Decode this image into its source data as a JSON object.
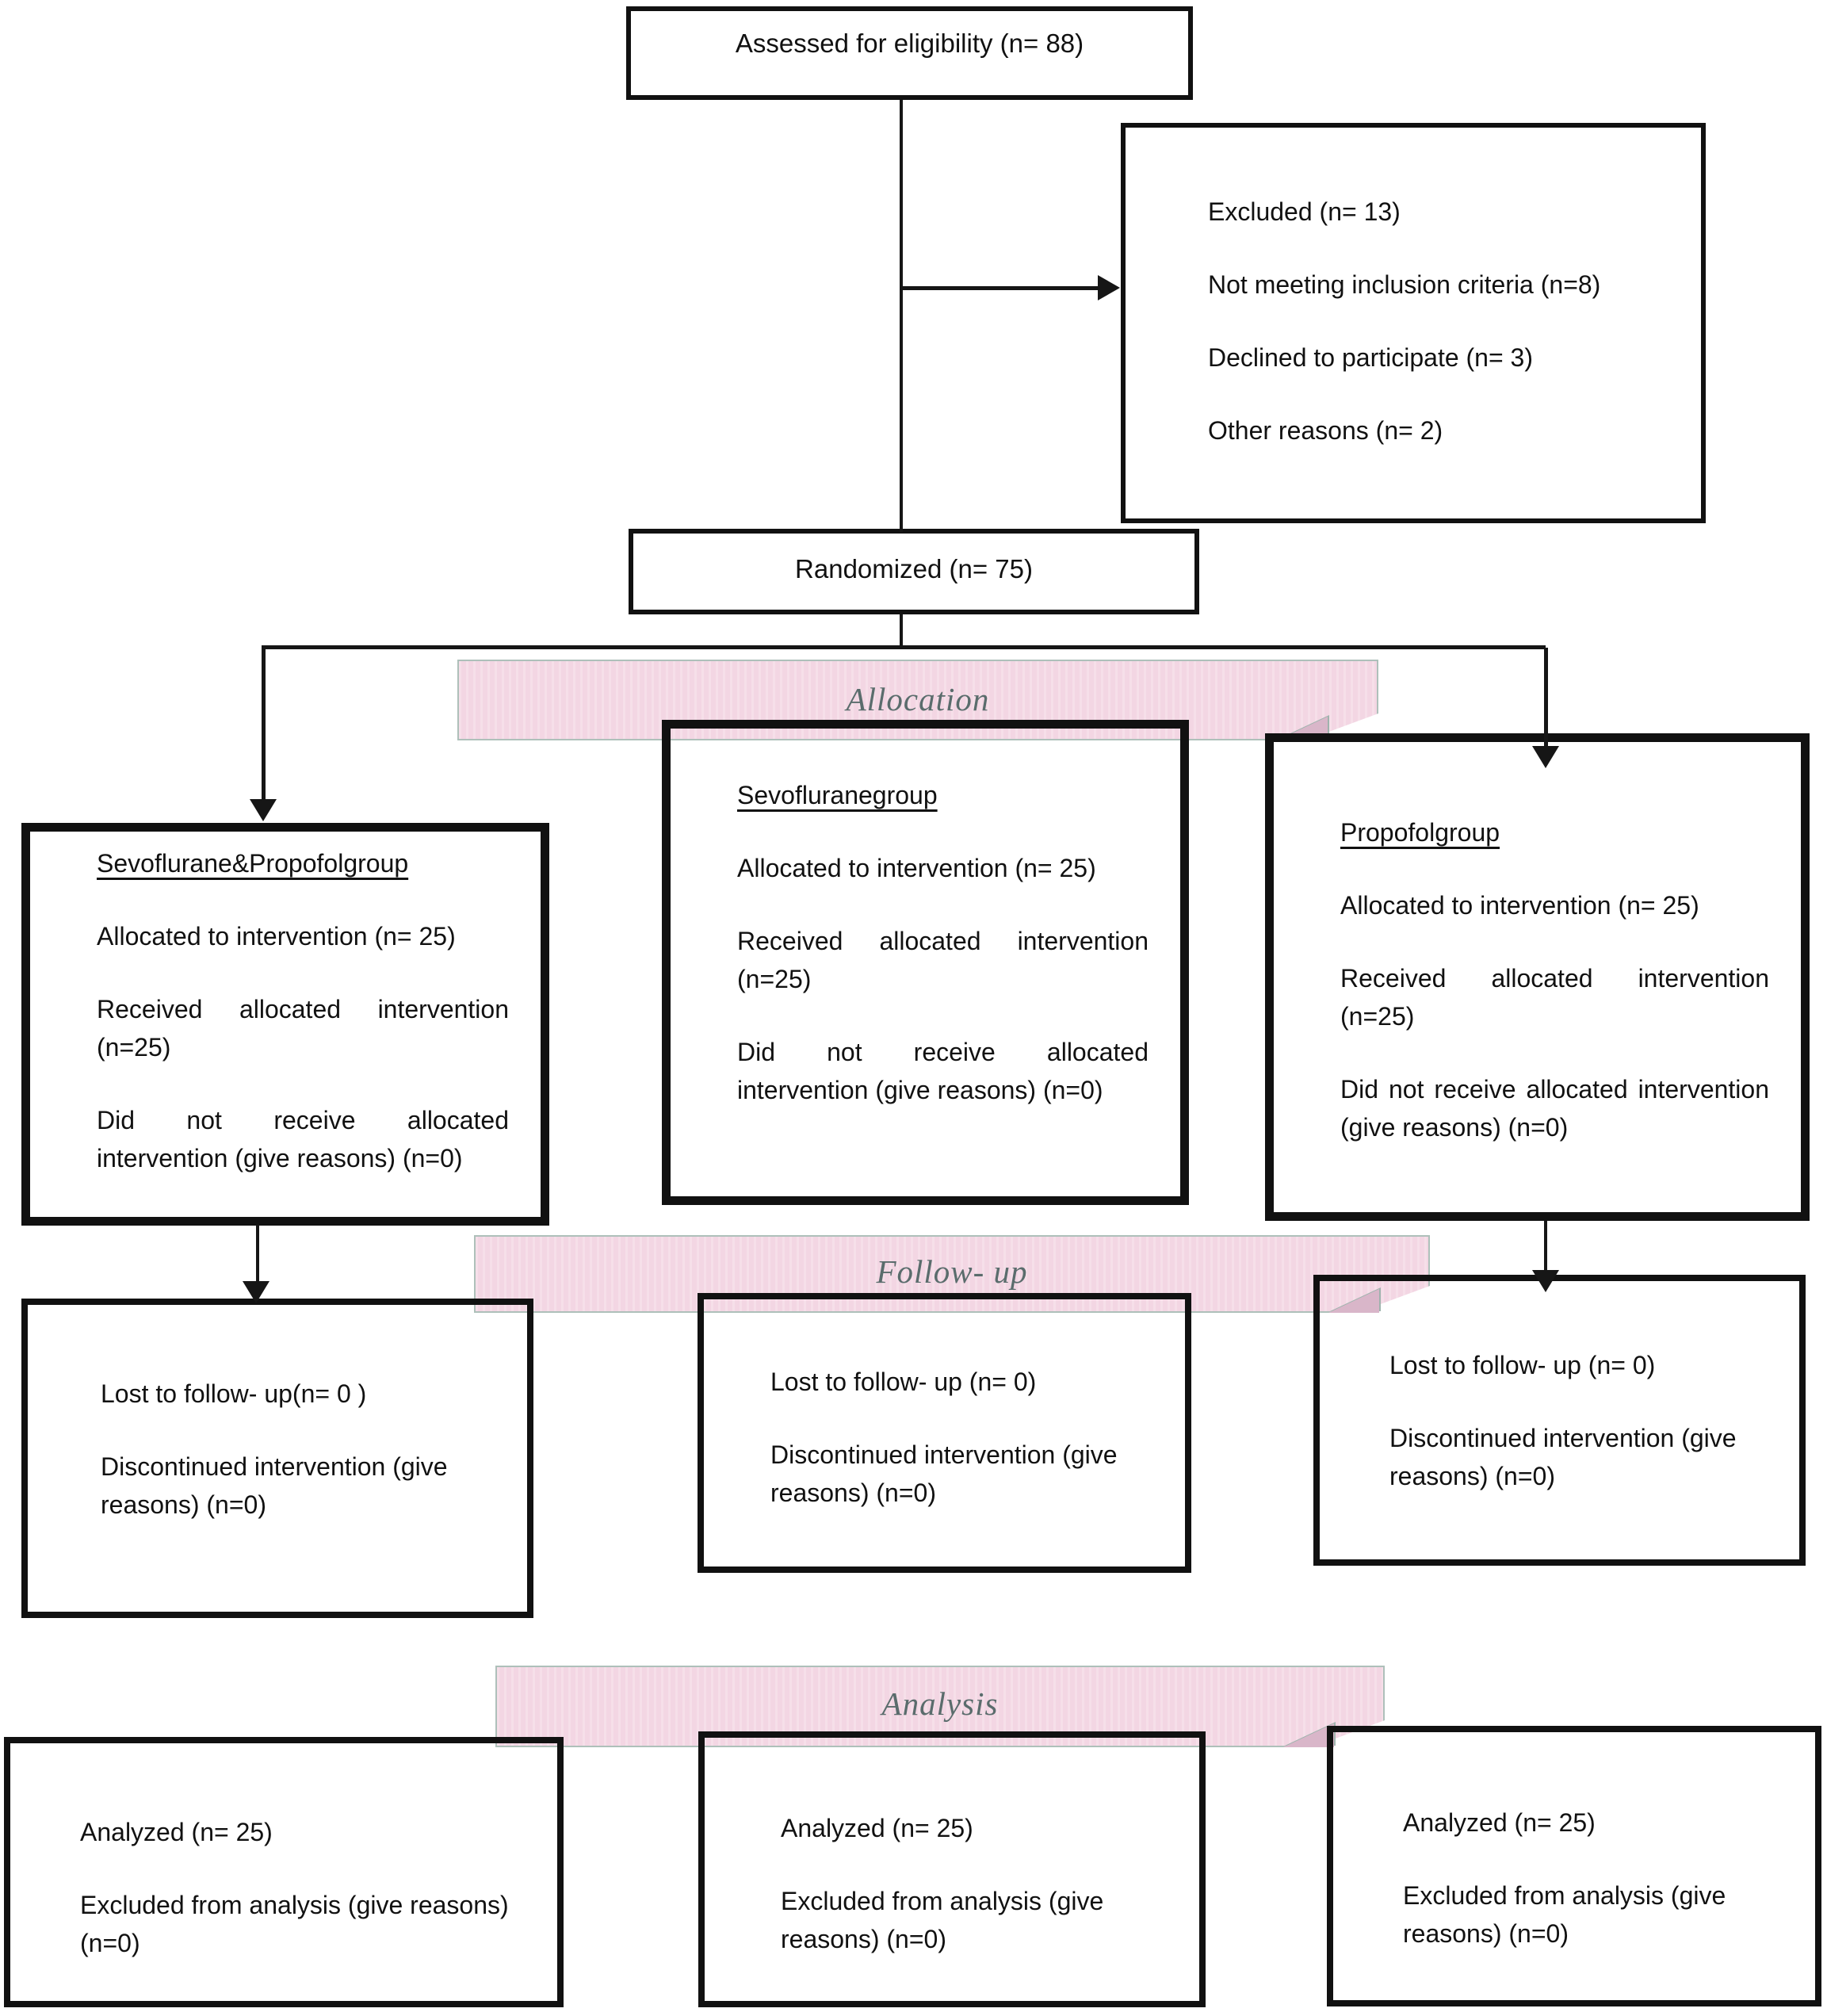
{
  "title": "CONSORT participant flow diagram",
  "assessed": {
    "text": "Assessed for eligibility (n= 88)"
  },
  "excluded": {
    "lines": [
      "Excluded (n= 13)",
      "Not meeting inclusion criteria (n=8)",
      "Declined to participate (n= 3)",
      "Other reasons (n= 2)"
    ]
  },
  "randomized": {
    "text": "Randomized (n= 75)"
  },
  "banners": {
    "allocation": "Allocation",
    "followup": "Follow- up",
    "analysis": "Analysis"
  },
  "allocation_boxes": [
    {
      "title": "Sevoflurane&Propofolgroup",
      "paragraphs": [
        "Allocated to intervention (n= 25)",
        "Received allocated intervention (n=25)",
        "Did not receive allocated intervention (give reasons) (n=0)"
      ]
    },
    {
      "title": "Sevofluranegroup",
      "paragraphs": [
        "Allocated to intervention (n= 25)",
        "Received allocated intervention (n=25)",
        "Did not receive allocated intervention (give reasons) (n=0)"
      ]
    },
    {
      "title": "Propofolgroup",
      "paragraphs": [
        "Allocated to intervention (n= 25)",
        "Received allocated intervention (n=25)",
        "Did not receive allocated intervention (give reasons) (n=0)"
      ]
    }
  ],
  "followup_boxes": [
    {
      "paragraphs": [
        "Lost to follow- up(n= 0 )",
        "Discontinued intervention (give reasons) (n=0)"
      ]
    },
    {
      "paragraphs": [
        "Lost to follow- up (n= 0)",
        "Discontinued intervention (give reasons) (n=0)"
      ]
    },
    {
      "paragraphs": [
        "Lost to follow- up (n= 0)",
        "Discontinued intervention (give reasons) (n=0)"
      ]
    }
  ],
  "analysis_boxes": [
    {
      "paragraphs": [
        "Analyzed (n= 25)",
        "Excluded from analysis (give reasons) (n=0)"
      ]
    },
    {
      "paragraphs": [
        "Analyzed (n= 25)",
        "Excluded from analysis (give reasons) (n=0)"
      ]
    },
    {
      "paragraphs": [
        "Analyzed (n= 25)",
        "Excluded from analysis (give reasons) (n=0)"
      ]
    }
  ],
  "colors": {
    "banner_fill": "#f3d6e3",
    "banner_border": "#aec0ba",
    "banner_text": "#5a6c6c",
    "box_border": "#111111",
    "connector": "#161616",
    "background": "#ffffff"
  }
}
